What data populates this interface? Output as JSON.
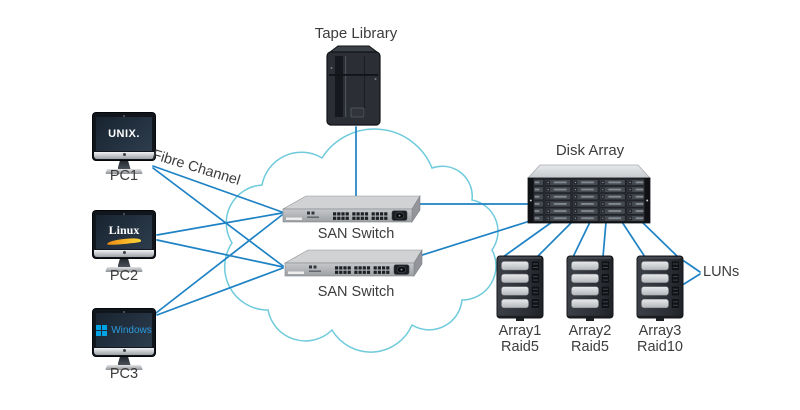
{
  "diagram": {
    "title_context": "SAN storage network diagram",
    "tape_library": {
      "label": "Tape Library"
    },
    "fibre_channel_label": "Fibre Channel",
    "switches": [
      {
        "label": "SAN Switch"
      },
      {
        "label": "SAN Switch"
      }
    ],
    "disk_array": {
      "label": "Disk Array"
    },
    "pcs": [
      {
        "label": "PC1",
        "os": "UNIX."
      },
      {
        "label": "PC2",
        "os": "Linux"
      },
      {
        "label": "PC3",
        "os": "Windows"
      }
    ],
    "arrays": [
      {
        "name": "Array1",
        "raid": "Raid5"
      },
      {
        "name": "Array2",
        "raid": "Raid5"
      },
      {
        "name": "Array3",
        "raid": "Raid10"
      }
    ],
    "luns_label": "LUNs",
    "colors": {
      "connection_line": "#1e82c4",
      "cloud_outline": "#6fcbdc",
      "label_text": "#3c3c3c",
      "windows_blue": "#00a3e6",
      "linux_orange": "#f6a21d"
    }
  }
}
